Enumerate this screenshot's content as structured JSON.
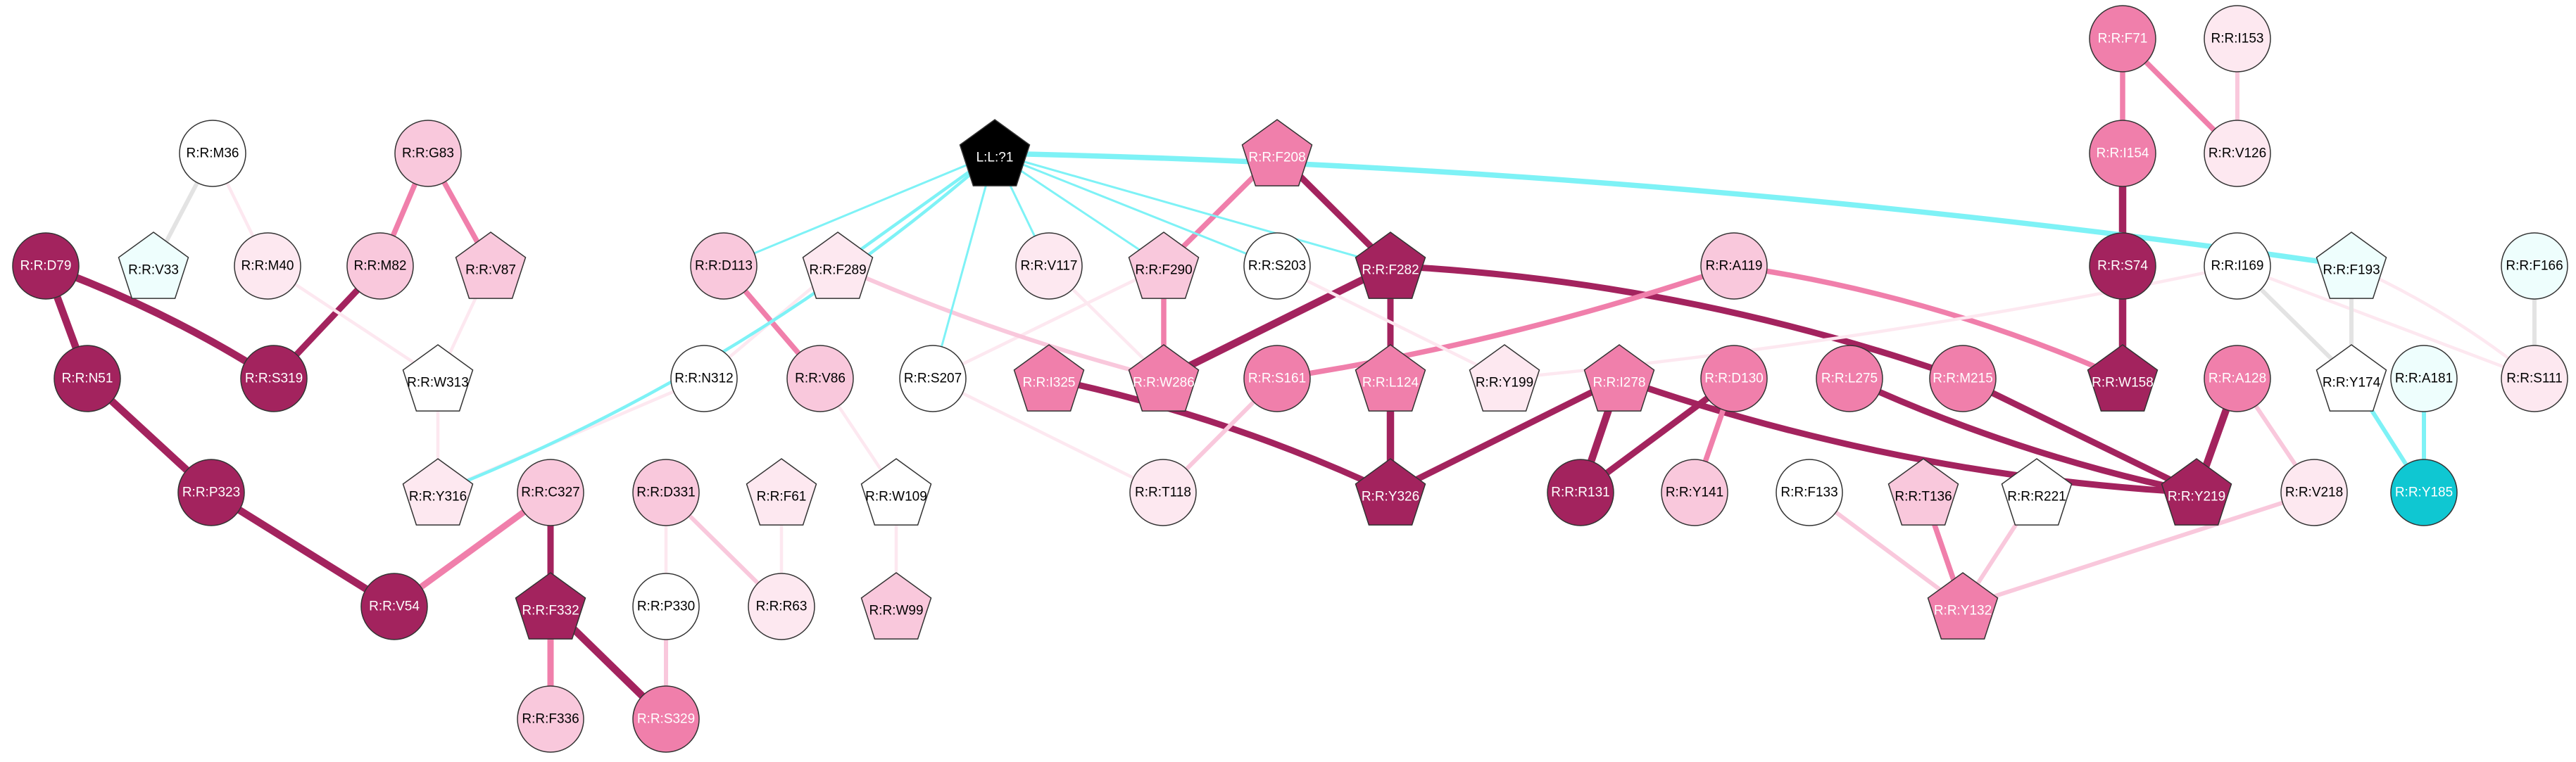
{
  "colors": {
    "dark": "#a3235e",
    "mid": "#f07fab",
    "light": "#f9c8dc",
    "pale": "#fde8f0",
    "white": "#ffffff",
    "cyan_pale": "#eefefd",
    "cyan": "#0fc7d2",
    "black": "#000000",
    "gray": "#e3e3e3",
    "cyan_edge": "#7ef2f6"
  },
  "nodes": [
    {
      "id": "L:L:?1",
      "shape": "pentagon",
      "fill": "black"
    },
    {
      "id": "R:R:M36",
      "shape": "circle",
      "fill": "white"
    },
    {
      "id": "R:R:G83",
      "shape": "circle",
      "fill": "light"
    },
    {
      "id": "R:R:D79",
      "shape": "circle",
      "fill": "dark"
    },
    {
      "id": "R:R:V33",
      "shape": "pentagon",
      "fill": "cyan_pale"
    },
    {
      "id": "R:R:M40",
      "shape": "circle",
      "fill": "pale"
    },
    {
      "id": "R:R:M82",
      "shape": "circle",
      "fill": "light"
    },
    {
      "id": "R:R:V87",
      "shape": "pentagon",
      "fill": "light"
    },
    {
      "id": "R:R:N51",
      "shape": "circle",
      "fill": "dark"
    },
    {
      "id": "R:R:S319",
      "shape": "circle",
      "fill": "dark"
    },
    {
      "id": "R:R:W313",
      "shape": "pentagon",
      "fill": "white"
    },
    {
      "id": "R:R:P323",
      "shape": "circle",
      "fill": "dark"
    },
    {
      "id": "R:R:Y316",
      "shape": "pentagon",
      "fill": "pale"
    },
    {
      "id": "R:R:C327",
      "shape": "circle",
      "fill": "light"
    },
    {
      "id": "R:R:V54",
      "shape": "circle",
      "fill": "dark"
    },
    {
      "id": "R:R:F332",
      "shape": "pentagon",
      "fill": "dark"
    },
    {
      "id": "R:R:F336",
      "shape": "circle",
      "fill": "light"
    },
    {
      "id": "R:R:S329",
      "shape": "circle",
      "fill": "mid"
    },
    {
      "id": "R:R:D113",
      "shape": "circle",
      "fill": "light"
    },
    {
      "id": "R:R:F289",
      "shape": "pentagon",
      "fill": "pale"
    },
    {
      "id": "R:R:N312",
      "shape": "circle",
      "fill": "white"
    },
    {
      "id": "R:R:V86",
      "shape": "circle",
      "fill": "light"
    },
    {
      "id": "R:R:D331",
      "shape": "circle",
      "fill": "light"
    },
    {
      "id": "R:R:F61",
      "shape": "pentagon",
      "fill": "pale"
    },
    {
      "id": "R:R:P330",
      "shape": "circle",
      "fill": "white"
    },
    {
      "id": "R:R:R63",
      "shape": "circle",
      "fill": "pale"
    },
    {
      "id": "R:R:S207",
      "shape": "circle",
      "fill": "white"
    },
    {
      "id": "R:R:W109",
      "shape": "pentagon",
      "fill": "white"
    },
    {
      "id": "R:R:W99",
      "shape": "pentagon",
      "fill": "light"
    },
    {
      "id": "R:R:V117",
      "shape": "circle",
      "fill": "pale"
    },
    {
      "id": "R:R:I325",
      "shape": "pentagon",
      "fill": "mid"
    },
    {
      "id": "R:R:F290",
      "shape": "pentagon",
      "fill": "light"
    },
    {
      "id": "R:R:W286",
      "shape": "pentagon",
      "fill": "mid"
    },
    {
      "id": "R:R:F208",
      "shape": "pentagon",
      "fill": "mid"
    },
    {
      "id": "R:R:S203",
      "shape": "circle",
      "fill": "white"
    },
    {
      "id": "R:R:F282",
      "shape": "pentagon",
      "fill": "dark"
    },
    {
      "id": "R:R:S161",
      "shape": "circle",
      "fill": "mid"
    },
    {
      "id": "R:R:L124",
      "shape": "pentagon",
      "fill": "mid"
    },
    {
      "id": "R:R:T118",
      "shape": "circle",
      "fill": "pale"
    },
    {
      "id": "R:R:Y326",
      "shape": "pentagon",
      "fill": "dark"
    },
    {
      "id": "R:R:A119",
      "shape": "circle",
      "fill": "light"
    },
    {
      "id": "R:R:Y199",
      "shape": "pentagon",
      "fill": "pale"
    },
    {
      "id": "R:R:I278",
      "shape": "pentagon",
      "fill": "mid"
    },
    {
      "id": "R:R:D130",
      "shape": "circle",
      "fill": "mid"
    },
    {
      "id": "R:R:R131",
      "shape": "circle",
      "fill": "dark"
    },
    {
      "id": "R:R:Y141",
      "shape": "circle",
      "fill": "light"
    },
    {
      "id": "R:R:F133",
      "shape": "circle",
      "fill": "white"
    },
    {
      "id": "R:R:L275",
      "shape": "circle",
      "fill": "mid"
    },
    {
      "id": "R:R:M215",
      "shape": "circle",
      "fill": "mid"
    },
    {
      "id": "R:R:T136",
      "shape": "pentagon",
      "fill": "light"
    },
    {
      "id": "R:R:R221",
      "shape": "pentagon",
      "fill": "white"
    },
    {
      "id": "R:R:Y132",
      "shape": "pentagon",
      "fill": "mid"
    },
    {
      "id": "R:R:F71",
      "shape": "circle",
      "fill": "mid"
    },
    {
      "id": "R:R:I153",
      "shape": "circle",
      "fill": "pale"
    },
    {
      "id": "R:R:I154",
      "shape": "circle",
      "fill": "mid"
    },
    {
      "id": "R:R:V126",
      "shape": "circle",
      "fill": "pale"
    },
    {
      "id": "R:R:S74",
      "shape": "circle",
      "fill": "dark"
    },
    {
      "id": "R:R:W158",
      "shape": "pentagon",
      "fill": "dark"
    },
    {
      "id": "R:R:I169",
      "shape": "circle",
      "fill": "white"
    },
    {
      "id": "R:R:A128",
      "shape": "circle",
      "fill": "mid"
    },
    {
      "id": "R:R:Y219",
      "shape": "pentagon",
      "fill": "dark"
    },
    {
      "id": "R:R:V218",
      "shape": "circle",
      "fill": "pale"
    },
    {
      "id": "R:R:F193",
      "shape": "pentagon",
      "fill": "cyan_pale"
    },
    {
      "id": "R:R:Y174",
      "shape": "pentagon",
      "fill": "white"
    },
    {
      "id": "R:R:A181",
      "shape": "circle",
      "fill": "cyan_pale"
    },
    {
      "id": "R:R:Y185",
      "shape": "circle",
      "fill": "cyan"
    },
    {
      "id": "R:R:F166",
      "shape": "circle",
      "fill": "cyan_pale"
    },
    {
      "id": "R:R:S111",
      "shape": "circle",
      "fill": "pale"
    }
  ],
  "edges": [
    {
      "source": "R:R:M36",
      "target": "R:R:V33",
      "color": "gray",
      "weight": 4
    },
    {
      "source": "R:R:M36",
      "target": "R:R:M40",
      "color": "pale",
      "weight": 3
    },
    {
      "source": "R:R:G83",
      "target": "R:R:M82",
      "color": "mid",
      "weight": 5
    },
    {
      "source": "R:R:G83",
      "target": "R:R:V87",
      "color": "mid",
      "weight": 5
    },
    {
      "source": "R:R:D79",
      "target": "R:R:N51",
      "color": "dark",
      "weight": 7
    },
    {
      "source": "R:R:D79",
      "target": "R:R:S319",
      "color": "dark",
      "weight": 7
    },
    {
      "source": "R:R:N51",
      "target": "R:R:P323",
      "color": "dark",
      "weight": 7
    },
    {
      "source": "R:R:P323",
      "target": "R:R:V54",
      "color": "dark",
      "weight": 7
    },
    {
      "source": "R:R:M82",
      "target": "R:R:S319",
      "color": "dark",
      "weight": 6
    },
    {
      "source": "R:R:M40",
      "target": "R:R:W313",
      "color": "pale",
      "weight": 3
    },
    {
      "source": "R:R:V87",
      "target": "R:R:W313",
      "color": "pale",
      "weight": 3
    },
    {
      "source": "R:R:W313",
      "target": "R:R:Y316",
      "color": "pale",
      "weight": 3
    },
    {
      "source": "R:R:C327",
      "target": "R:R:V54",
      "color": "mid",
      "weight": 6
    },
    {
      "source": "R:R:C327",
      "target": "R:R:F332",
      "color": "dark",
      "weight": 6
    },
    {
      "source": "R:R:F332",
      "target": "R:R:F336",
      "color": "mid",
      "weight": 6
    },
    {
      "source": "R:R:F332",
      "target": "R:R:S329",
      "color": "dark",
      "weight": 7
    },
    {
      "source": "R:R:D113",
      "target": "R:R:V86",
      "color": "mid",
      "weight": 5
    },
    {
      "source": "R:R:F289",
      "target": "R:R:N312",
      "color": "pale",
      "weight": 3
    },
    {
      "source": "R:R:N312",
      "target": "R:R:Y316",
      "color": "pale",
      "weight": 3
    },
    {
      "source": "R:R:V86",
      "target": "R:R:W109",
      "color": "pale",
      "weight": 3
    },
    {
      "source": "R:R:W109",
      "target": "R:R:W99",
      "color": "pale",
      "weight": 3
    },
    {
      "source": "R:R:D331",
      "target": "R:R:R63",
      "color": "light",
      "weight": 4
    },
    {
      "source": "R:R:D331",
      "target": "R:R:P330",
      "color": "pale",
      "weight": 3
    },
    {
      "source": "R:R:F61",
      "target": "R:R:R63",
      "color": "pale",
      "weight": 3
    },
    {
      "source": "R:R:P330",
      "target": "R:R:S329",
      "color": "light",
      "weight": 4
    },
    {
      "source": "R:R:S207",
      "target": "R:R:T118",
      "color": "pale",
      "weight": 3
    },
    {
      "source": "R:R:S207",
      "target": "R:R:F290",
      "color": "pale",
      "weight": 3
    },
    {
      "source": "R:R:F289",
      "target": "R:R:W286",
      "color": "light",
      "weight": 4
    },
    {
      "source": "R:R:V117",
      "target": "R:R:W286",
      "color": "pale",
      "weight": 3
    },
    {
      "source": "R:R:F290",
      "target": "R:R:W286",
      "color": "mid",
      "weight": 5
    },
    {
      "source": "R:R:F208",
      "target": "R:R:F290",
      "color": "mid",
      "weight": 5
    },
    {
      "source": "R:R:F208",
      "target": "R:R:F282",
      "color": "dark",
      "weight": 6
    },
    {
      "source": "R:R:F282",
      "target": "R:R:W286",
      "color": "dark",
      "weight": 7
    },
    {
      "source": "R:R:F282",
      "target": "R:R:L124",
      "color": "dark",
      "weight": 6
    },
    {
      "source": "R:R:F282",
      "target": "R:R:M215",
      "color": "dark",
      "weight": 6
    },
    {
      "source": "R:R:L124",
      "target": "R:R:Y326",
      "color": "dark",
      "weight": 7
    },
    {
      "source": "R:R:I325",
      "target": "R:R:Y326",
      "color": "dark",
      "weight": 6
    },
    {
      "source": "R:R:S161",
      "target": "R:R:T118",
      "color": "light",
      "weight": 4
    },
    {
      "source": "R:R:A119",
      "target": "R:R:S161",
      "color": "mid",
      "weight": 5
    },
    {
      "source": "R:R:A119",
      "target": "R:R:W158",
      "color": "mid",
      "weight": 5
    },
    {
      "source": "R:R:S203",
      "target": "R:R:Y199",
      "color": "pale",
      "weight": 3
    },
    {
      "source": "R:R:I278",
      "target": "R:R:Y326",
      "color": "dark",
      "weight": 6
    },
    {
      "source": "R:R:I278",
      "target": "R:R:R131",
      "color": "dark",
      "weight": 7
    },
    {
      "source": "R:R:I278",
      "target": "R:R:Y219",
      "color": "dark",
      "weight": 6
    },
    {
      "source": "R:R:D130",
      "target": "R:R:R131",
      "color": "dark",
      "weight": 6
    },
    {
      "source": "R:R:D130",
      "target": "R:R:Y141",
      "color": "mid",
      "weight": 5
    },
    {
      "source": "R:R:L275",
      "target": "R:R:Y219",
      "color": "dark",
      "weight": 6
    },
    {
      "source": "R:R:M215",
      "target": "R:R:Y219",
      "color": "dark",
      "weight": 6
    },
    {
      "source": "R:R:F133",
      "target": "R:R:Y132",
      "color": "light",
      "weight": 4
    },
    {
      "source": "R:R:T136",
      "target": "R:R:Y132",
      "color": "mid",
      "weight": 5
    },
    {
      "source": "R:R:R221",
      "target": "R:R:Y132",
      "color": "light",
      "weight": 4
    },
    {
      "source": "R:R:V218",
      "target": "R:R:Y132",
      "color": "light",
      "weight": 4
    },
    {
      "source": "R:R:A128",
      "target": "R:R:Y219",
      "color": "dark",
      "weight": 7
    },
    {
      "source": "R:R:A128",
      "target": "R:R:V218",
      "color": "light",
      "weight": 4
    },
    {
      "source": "R:R:F71",
      "target": "R:R:I154",
      "color": "mid",
      "weight": 5
    },
    {
      "source": "R:R:F71",
      "target": "R:R:V126",
      "color": "mid",
      "weight": 5
    },
    {
      "source": "R:R:I153",
      "target": "R:R:V126",
      "color": "light",
      "weight": 4
    },
    {
      "source": "R:R:I154",
      "target": "R:R:S74",
      "color": "dark",
      "weight": 7
    },
    {
      "source": "R:R:S74",
      "target": "R:R:W158",
      "color": "dark",
      "weight": 7
    },
    {
      "source": "R:R:I169",
      "target": "R:R:Y174",
      "color": "gray",
      "weight": 4
    },
    {
      "source": "R:R:I169",
      "target": "R:R:S111",
      "color": "pale",
      "weight": 3
    },
    {
      "source": "R:R:I169",
      "target": "R:R:Y199",
      "color": "pale",
      "weight": 3
    },
    {
      "source": "R:R:F193",
      "target": "R:R:Y174",
      "color": "gray",
      "weight": 4
    },
    {
      "source": "R:R:F193",
      "target": "R:R:S111",
      "color": "pale",
      "weight": 3
    },
    {
      "source": "R:R:F166",
      "target": "R:R:S111",
      "color": "gray",
      "weight": 4
    },
    {
      "source": "R:R:Y174",
      "target": "R:R:Y185",
      "color": "cyan_edge",
      "weight": 4
    },
    {
      "source": "R:R:A181",
      "target": "R:R:Y185",
      "color": "cyan_edge",
      "weight": 4
    },
    {
      "source": "L:L:?1",
      "target": "R:R:Y316",
      "color": "cyan_edge",
      "weight": 3
    },
    {
      "source": "L:L:?1",
      "target": "R:R:D113",
      "color": "cyan_edge",
      "weight": 2
    },
    {
      "source": "L:L:?1",
      "target": "R:R:F289",
      "color": "cyan_edge",
      "weight": 3
    },
    {
      "source": "L:L:?1",
      "target": "R:R:S207",
      "color": "cyan_edge",
      "weight": 2
    },
    {
      "source": "L:L:?1",
      "target": "R:R:V117",
      "color": "cyan_edge",
      "weight": 2
    },
    {
      "source": "L:L:?1",
      "target": "R:R:F290",
      "color": "cyan_edge",
      "weight": 2
    },
    {
      "source": "L:L:?1",
      "target": "R:R:S203",
      "color": "cyan_edge",
      "weight": 2
    },
    {
      "source": "L:L:?1",
      "target": "R:R:F282",
      "color": "cyan_edge",
      "weight": 2
    },
    {
      "source": "L:L:?1",
      "target": "R:R:F193",
      "color": "cyan_edge",
      "weight": 5
    }
  ]
}
